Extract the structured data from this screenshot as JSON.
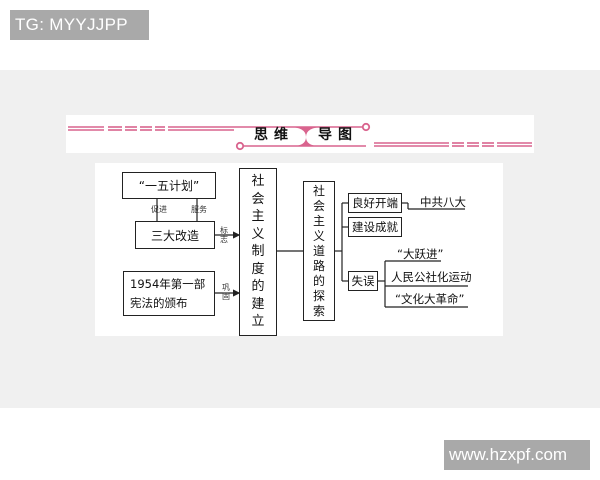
{
  "watermarks": {
    "top_left": "TG: MYYJJPP",
    "bottom_right": "www.hzxpf.com"
  },
  "banner": {
    "title_left": "思维",
    "title_right": "导图",
    "accent_color": "#d9648e"
  },
  "diagram": {
    "left_nodes": {
      "five_year_plan": "“一五计划”",
      "three_transformations": "三大改造",
      "constitution_line1": "1954年第一部",
      "constitution_line2": "宪法的颁布"
    },
    "edge_labels": {
      "promote": "促进",
      "serve": "服务",
      "mark_top": "标",
      "mark_bottom": "志",
      "consolidate_top": "巩",
      "consolidate_bottom": "固"
    },
    "center_node": {
      "chars": [
        "社",
        "会",
        "主",
        "义",
        "制",
        "度",
        "的",
        "建",
        "立"
      ]
    },
    "road_node": {
      "chars": [
        "社",
        "会",
        "主",
        "义",
        "道",
        "路",
        "的",
        "探",
        "索"
      ]
    },
    "branches": {
      "good_start": "良好开端",
      "good_start_detail": "中共八大",
      "achievements": "建设成就",
      "mistakes": "失误",
      "mistakes_items": [
        "“大跃进”",
        "人民公社化运动",
        "“文化大革命”"
      ]
    }
  }
}
